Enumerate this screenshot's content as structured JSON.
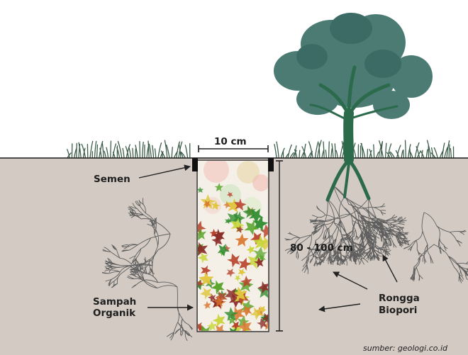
{
  "labels": {
    "width": "10 cm",
    "depth": "80 - 100 cm",
    "cement": "Semen",
    "organic_line1": "Sampah",
    "organic_line2": "Organik",
    "pores_line1": "Rongga",
    "pores_line2": "Biopori"
  },
  "source": "sumber: geologi.co.id",
  "colors": {
    "sky": "#ffffff",
    "soil": "#d3cbc3",
    "ground_line": "#1a1a1a",
    "grass": "#3c5e4a",
    "canopy": "#4b7b73",
    "trunk": "#2c6a4c",
    "roots": "#5e5e5e",
    "hole_outline": "#333333",
    "cement": "#111111",
    "arrow": "#222222"
  },
  "leaf_colors": [
    "#2e8b2e",
    "#5aa52c",
    "#c8d63a",
    "#e0c53c",
    "#d9762c",
    "#b8432c",
    "#8a2a26"
  ],
  "icons": {
    "tree": "tree-illustration",
    "grass": "grass-tufts",
    "leaves": "organic-leaf-litter"
  }
}
